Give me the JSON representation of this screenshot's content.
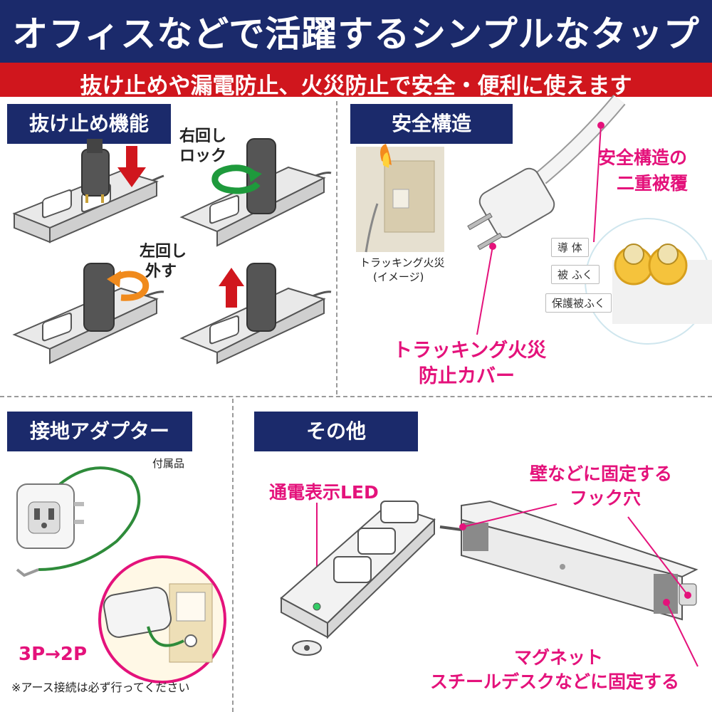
{
  "header": {
    "title": "オフィスなどで活躍するシンプルなタップ",
    "subtitle": "抜け止めや漏電防止、火災防止で安全・便利に使えます"
  },
  "sections": {
    "lock": {
      "title": "抜け止め機能",
      "right_turn": [
        "右回し",
        "ロック"
      ],
      "left_turn": [
        "左回し",
        "外す"
      ]
    },
    "safety": {
      "title": "安全構造",
      "photo_caption": [
        "トラッキング火災",
        "(イメージ)"
      ],
      "double_coating": [
        "安全構造の",
        "二重被覆"
      ],
      "cable_layers": [
        "導 体",
        "被 ふく",
        "保護被ふく"
      ],
      "tracking_cover": [
        "トラッキング火災",
        "防止カバー"
      ]
    },
    "adapter": {
      "title": "接地アダプター",
      "accessory": "付属品",
      "conversion": "3P→2P",
      "note": "※アース接続は必ず行ってください"
    },
    "other": {
      "title": "その他",
      "led": "通電表示LED",
      "hook_hole": [
        "壁などに固定する",
        "フック穴"
      ],
      "magnet": [
        "マグネット",
        "スチールデスクなどに固定する"
      ]
    }
  },
  "colors": {
    "navy": "#1b2a6b",
    "red": "#d0161d",
    "pink": "#e4127b",
    "green_arrow": "#1e9a3c",
    "orange_arrow": "#f08a1c"
  }
}
